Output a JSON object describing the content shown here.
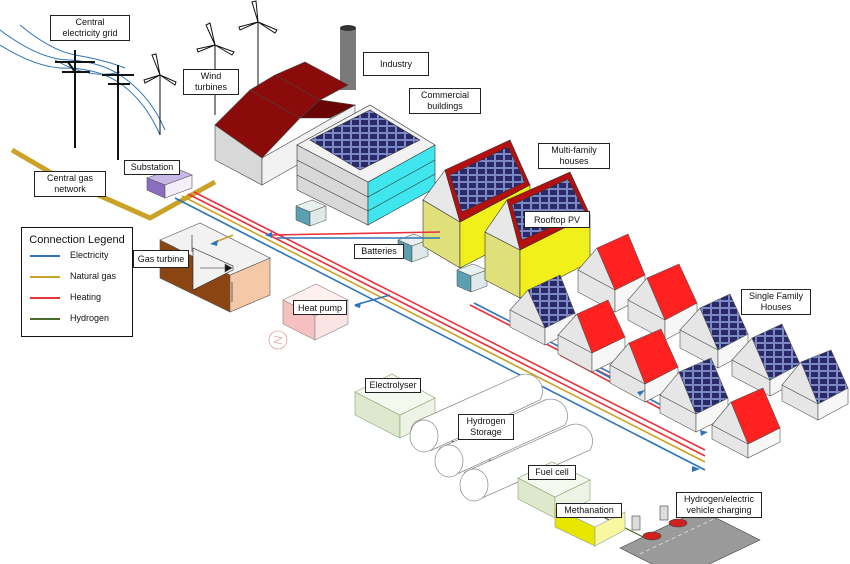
{
  "labels": {
    "central_grid": "Central\nelectricity grid",
    "wind_turbines": "Wind\nturbines",
    "industry": "Industry",
    "commercial": "Commercial\nbuildings",
    "multi_family": "Multi-family\nhouses",
    "substation": "Substation",
    "central_gas": "Central gas\nnetwork",
    "rooftop_pv": "Rooftop PV",
    "batteries": "Batteries",
    "gas_turbine": "Gas turbine",
    "heat_pump": "Heat pump",
    "single_family": "Single Family\nHouses",
    "electrolyser": "Electrolyser",
    "hydrogen_storage": "Hydrogen\nStorage",
    "fuel_cell": "Fuel cell",
    "methanation": "Methanation",
    "vehicle_charging": "Hydrogen/electric\nvehicle charging"
  },
  "legend": {
    "title": "Connection Legend",
    "items": [
      {
        "label": "Electricity",
        "color": "#2e75b6"
      },
      {
        "label": "Natural gas",
        "color": "#c9a227"
      },
      {
        "label": "Heating",
        "color": "#e8323c"
      },
      {
        "label": "Hydrogen",
        "color": "#4a6b2a"
      }
    ]
  },
  "colors": {
    "roof_red": "#8b0000",
    "bright_red": "#ff2020",
    "cyan": "#3fe6ee",
    "yellow": "#f2f01a",
    "pipe_gas": "#c9a227",
    "grid_line": "#2e75b6"
  }
}
